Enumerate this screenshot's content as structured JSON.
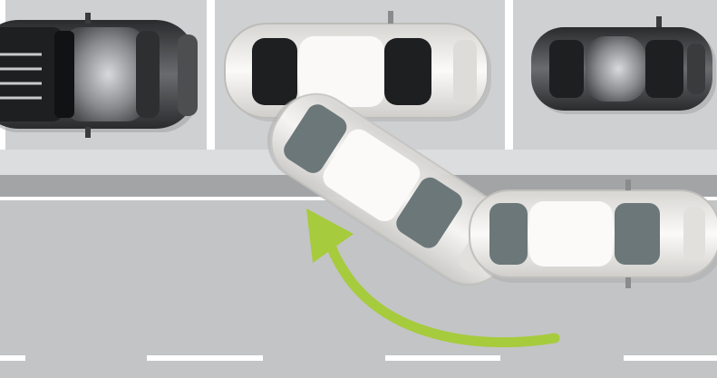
{
  "colors": {
    "asphalt": "#c3c4c6",
    "parking_bay": "#cfd0d2",
    "curb": "#a3a4a6",
    "lane_marking": "#ffffff",
    "arrow": "#a6cb3c",
    "dark_car_body": "#4a4b4d",
    "light_car_body": "#f2f1ee",
    "window_tint": "#1e1f21",
    "window_tint_light": "#6b7779"
  },
  "scene": {
    "parking_bays": 3,
    "parked_cars": [
      "dark-sedan",
      "white-sedan",
      "dark-hatchback"
    ],
    "maneuvering_car": "white-sedan",
    "ghost_car_positions": 2,
    "arrow_direction": "reverse-into-bay",
    "icons": [
      "curved-arrow-icon"
    ]
  }
}
